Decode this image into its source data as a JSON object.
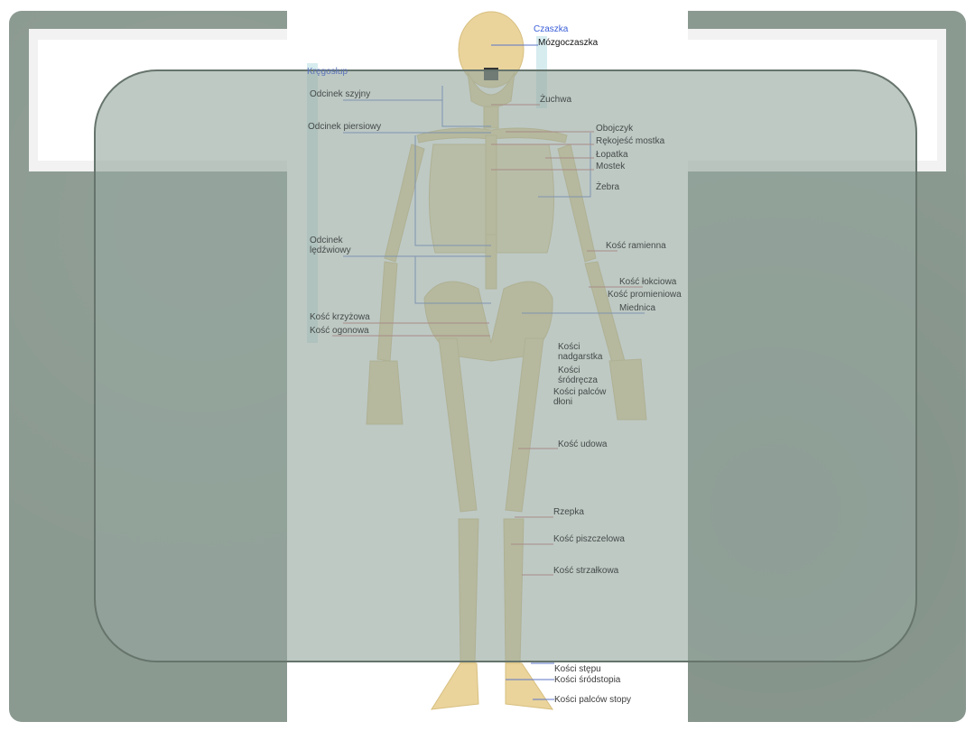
{
  "diagram": {
    "labels": {
      "czaszka": "Czaszka",
      "mozgoczaszka": "Mózgoczaszka",
      "kregoslup": "Kręgosłup",
      "odcinek_szyjny": "Odcinek szyjny",
      "odcinek_piersiowy": "Odcinek piersiowy",
      "zuchwa": "Żuchwa",
      "obojczyk": "Obojczyk",
      "rekojesc_mostka": "Rękojeść mostka",
      "lopatka": "Łopatka",
      "mostek": "Mostek",
      "zebra": "Żebra",
      "odcinek_ledzwiowy_1": "Odcinek",
      "odcinek_ledzwiowy_2": "lędźwiowy",
      "kosc_ramienna": "Kość ramienna",
      "kosc_lokciowa": "Kość łokciowa",
      "kosc_promieniowa": "Kość promieniowa",
      "miednica": "Miednica",
      "kosc_krzyzowa": "Kość krzyżowa",
      "kosc_ogonowa": "Kość ogonowa",
      "kosci_nadgarstka_1": "Kości",
      "kosci_nadgarstka_2": "nadgarstka",
      "kosci_srodrecza_1": "Kości",
      "kosci_srodrecza_2": "śródręcza",
      "kosci_palcow_dloni_1": "Kości palców",
      "kosci_palcow_dloni_2": "dłoni",
      "kosc_udowa": "Kość udowa",
      "rzepka": "Rzepka",
      "kosc_piszczelowa": "Kość piszczelowa",
      "kosc_strzalkowa": "Kość strzałkowa",
      "kosci_stepu": "Kości stępu",
      "kosci_srodstopia": "Kości śródstopia",
      "kosci_palcow_stopy": "Kości palców stopy"
    },
    "colors": {
      "bone": "#ead49c",
      "group_label": "#3a5ed8",
      "leader_blue": "#5b74c8",
      "leader_red": "#c46060"
    }
  },
  "theme": {
    "background": "#8b9a91",
    "overlay": "#b4c2bb"
  }
}
